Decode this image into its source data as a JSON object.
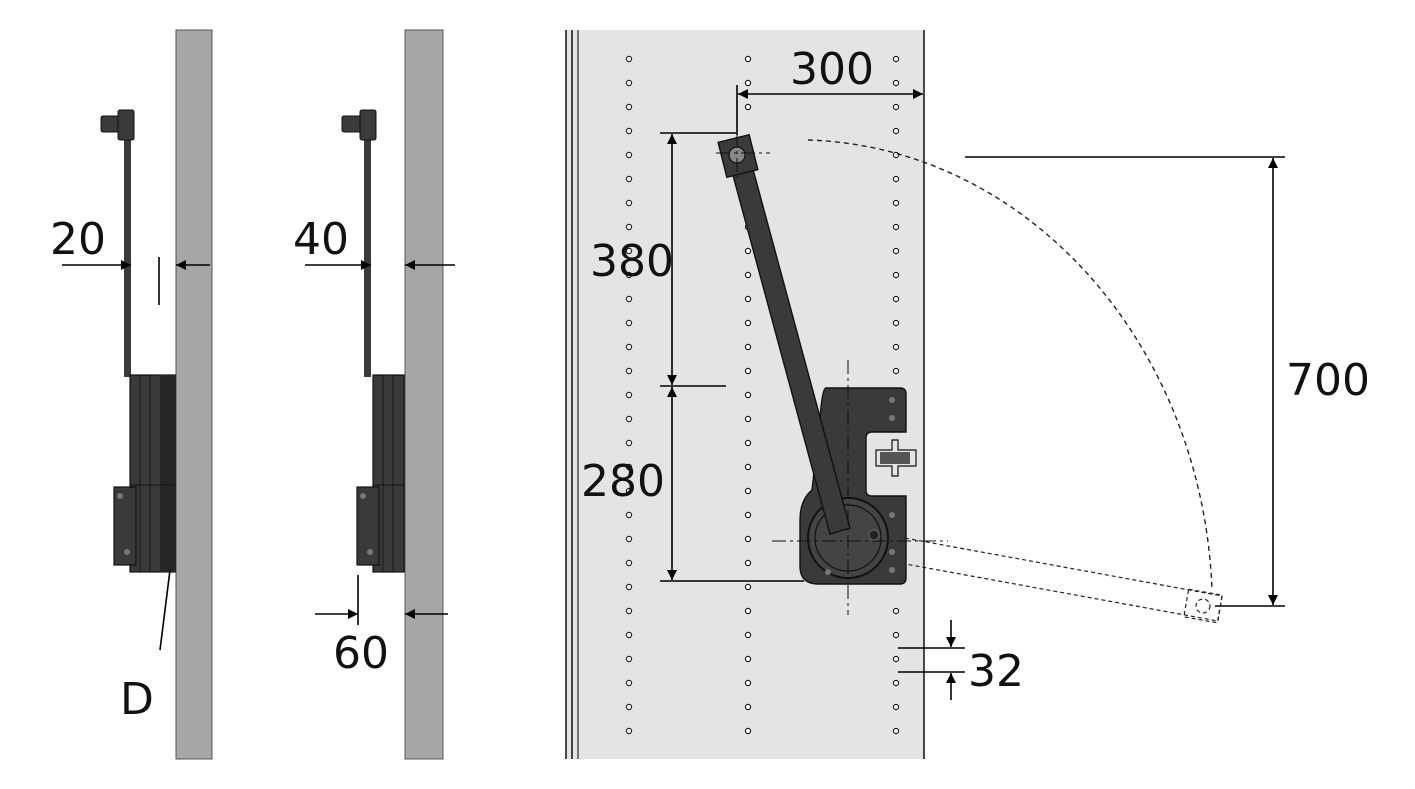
{
  "dimensions": {
    "side_gap_small": "20",
    "side_gap_large": "40",
    "depth_offset": "60",
    "door_label": "D",
    "width": "300",
    "upper_height": "380",
    "lower_height": "280",
    "swing_height": "700",
    "hole_pitch": "32"
  },
  "colors": {
    "panel": "#a6a6a6",
    "cabinet_face": "#e4e4e4",
    "mechanism": "#3a3a3a",
    "mechanism_dark": "#262626",
    "line": "#000000"
  },
  "icons": {
    "wall_panel": "vertical-panel",
    "lift_mechanism": "lift-arm-mechanism",
    "mounting_holes": "hole-row",
    "arrow": "dimension-arrow"
  }
}
